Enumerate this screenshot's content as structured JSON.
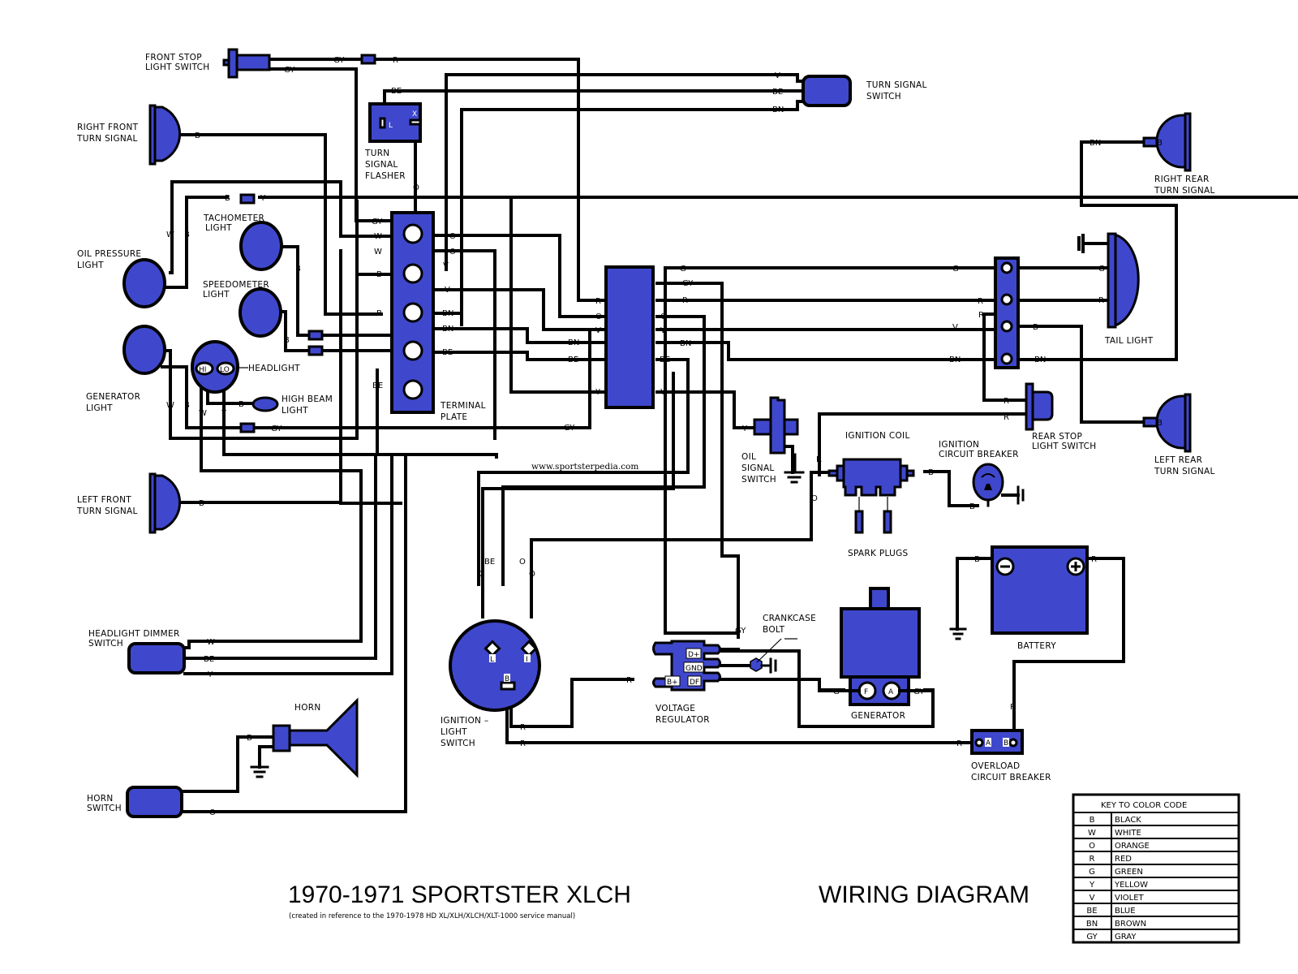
{
  "title": "1970-1971 SPORTSTER XLCH",
  "subtitle": "(created in reference to the 1970-1978 HD XL/XLH/XLCH/XLT-1000 service manual)",
  "diagram_title": "WIRING DIAGRAM",
  "website": "www.sportsterpedia.com",
  "colors": {
    "component_fill": "#3f48cc",
    "wire": "#000000",
    "terminal": "#ffffff"
  },
  "components": {
    "front_stop_switch": [
      "FRONT STOP",
      "LIGHT SWITCH"
    ],
    "right_front_turn": [
      "RIGHT FRONT",
      "TURN SIGNAL"
    ],
    "turn_signal_flasher": [
      "TURN",
      "SIGNAL",
      "FLASHER"
    ],
    "flasher_pins": {
      "l": "L",
      "x": "X"
    },
    "turn_signal_switch": [
      "TURN SIGNAL",
      "SWITCH"
    ],
    "tachometer_light": [
      "TACHOMETER",
      "LIGHT"
    ],
    "oil_pressure_light": [
      "OIL PRESSURE",
      "LIGHT"
    ],
    "speedometer_light": [
      "SPEEDOMETER",
      "LIGHT"
    ],
    "generator_light": [
      "GENERATOR",
      "LIGHT"
    ],
    "headlight": "HEADLIGHT",
    "headlight_pins": {
      "hi": "HI",
      "lo": "LO"
    },
    "high_beam_light": [
      "HIGH BEAM",
      "LIGHT"
    ],
    "terminal_plate": [
      "TERMINAL",
      "PLATE"
    ],
    "left_front_turn": [
      "LEFT FRONT",
      "TURN SIGNAL"
    ],
    "headlight_dimmer": [
      "HEADLIGHT DIMMER",
      "SWITCH"
    ],
    "horn": "HORN",
    "horn_switch": [
      "HORN",
      "SWITCH"
    ],
    "ignition_light_switch": [
      "IGNITION –",
      "LIGHT",
      "SWITCH"
    ],
    "ignition_switch_pins": {
      "l": "L",
      "i": "I",
      "b": "B"
    },
    "voltage_regulator": [
      "VOLTAGE",
      "REGULATOR"
    ],
    "regulator_pins": {
      "d_plus": "D+",
      "gnd": "GND",
      "b_plus": "B+",
      "df": "DF"
    },
    "crankcase_bolt": [
      "CRANKCASE",
      "BOLT"
    ],
    "generator": "GENERATOR",
    "generator_pins": {
      "f": "F",
      "a": "A"
    },
    "oil_signal_switch": [
      "OIL",
      "SIGNAL",
      "SWITCH"
    ],
    "ignition_coil": "IGNITION COIL",
    "spark_plugs": "SPARK PLUGS",
    "ignition_circuit_breaker": [
      "IGNITION",
      "CIRCUIT BREAKER"
    ],
    "rear_stop_switch": [
      "REAR STOP",
      "LIGHT SWITCH"
    ],
    "right_rear_turn": [
      "RIGHT REAR",
      "TURN SIGNAL"
    ],
    "tail_light": "TAIL LIGHT",
    "left_rear_turn": [
      "LEFT REAR",
      "TURN SIGNAL"
    ],
    "battery": "BATTERY",
    "battery_pins": {
      "neg": "−",
      "pos": "+"
    },
    "overload_breaker": [
      "OVERLOAD",
      "CIRCUIT BREAKER"
    ],
    "overload_pins": {
      "a": "A",
      "b": "B"
    }
  },
  "key": {
    "title": "KEY TO COLOR CODE",
    "rows": [
      {
        "code": "B",
        "color": "BLACK"
      },
      {
        "code": "W",
        "color": "WHITE"
      },
      {
        "code": "O",
        "color": "ORANGE"
      },
      {
        "code": "R",
        "color": "RED"
      },
      {
        "code": "G",
        "color": "GREEN"
      },
      {
        "code": "Y",
        "color": "YELLOW"
      },
      {
        "code": "V",
        "color": "VIOLET"
      },
      {
        "code": "BE",
        "color": "BLUE"
      },
      {
        "code": "BN",
        "color": "BROWN"
      },
      {
        "code": "GY",
        "color": "GRAY"
      }
    ]
  },
  "wire_labels": {
    "gy": "GY",
    "r": "R",
    "b": "B",
    "be": "BE",
    "bn": "BN",
    "v": "V",
    "o": "O",
    "w": "W",
    "y": "Y",
    "g": "G"
  }
}
